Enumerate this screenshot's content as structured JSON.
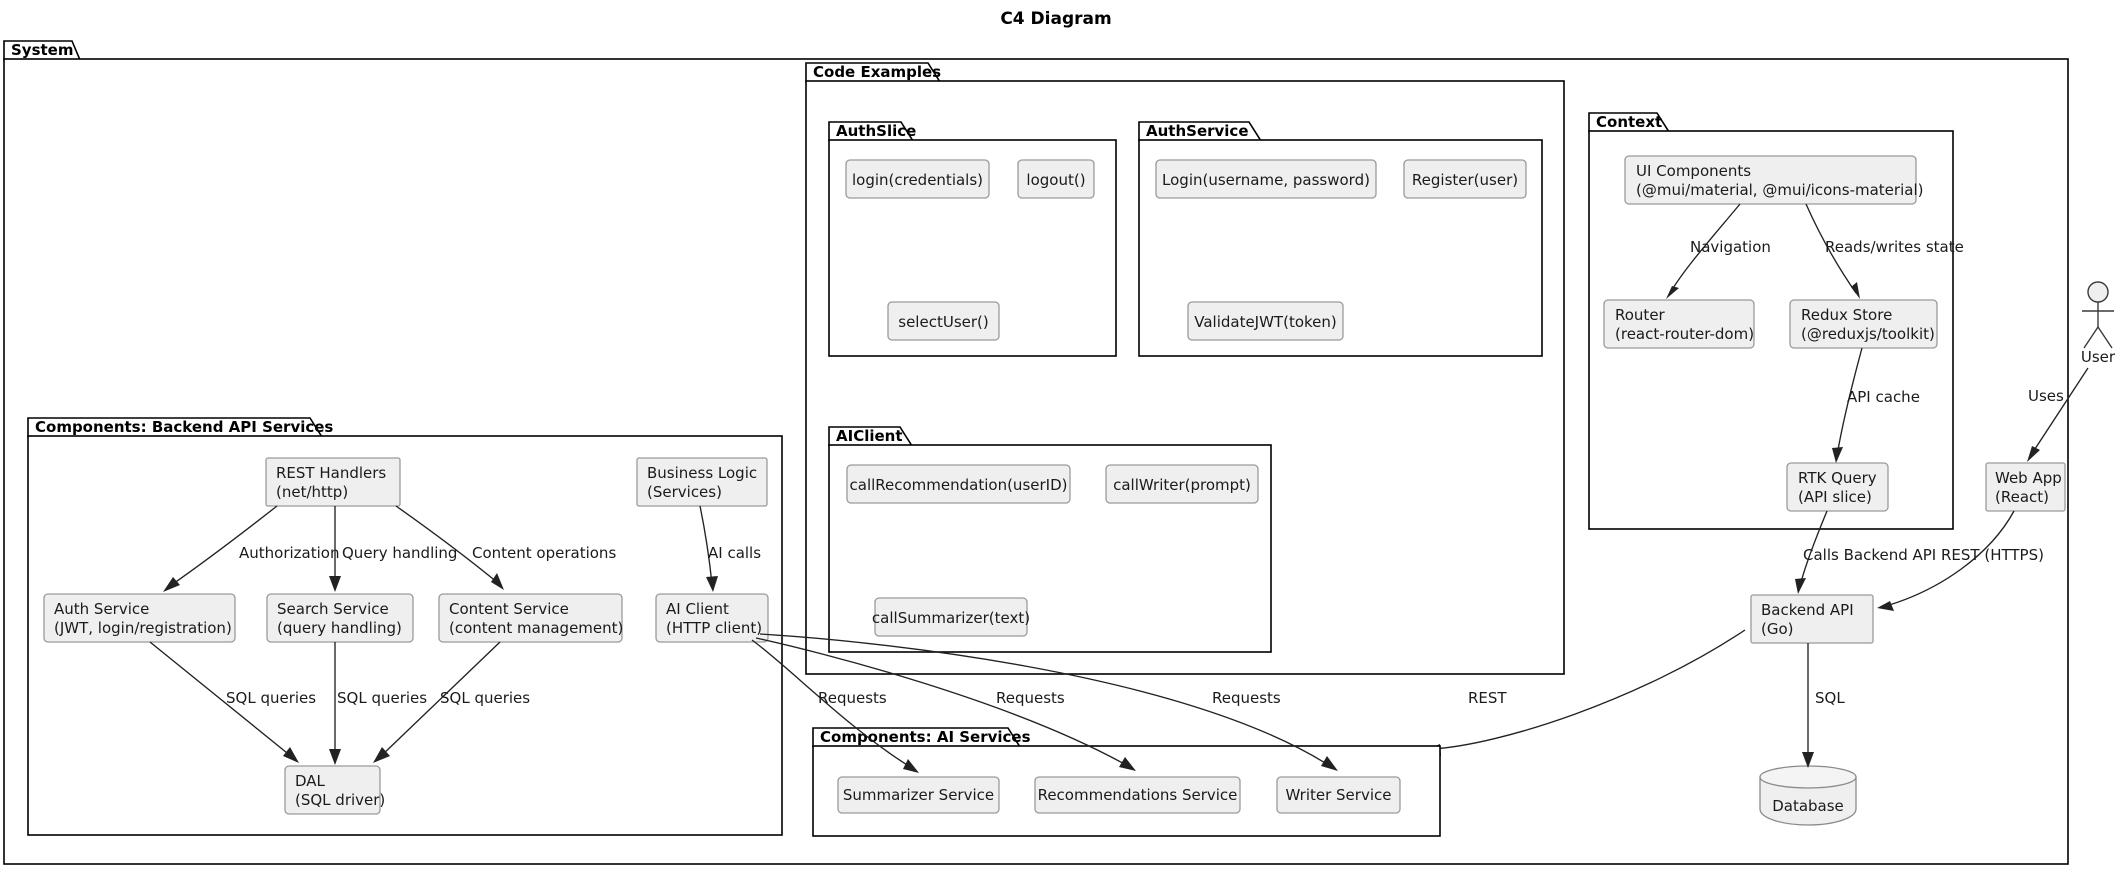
{
  "title": "C4 Diagram",
  "boundaries": {
    "system": {
      "label": "System"
    },
    "code_examples": {
      "label": "Code Examples"
    },
    "auth_slice": {
      "label": "AuthSlice"
    },
    "auth_service": {
      "label": "AuthService"
    },
    "ai_client_pkg": {
      "label": "AIClient"
    },
    "context": {
      "label": "Context"
    },
    "backend_components": {
      "label": "Components: Backend API Services"
    },
    "ai_components": {
      "label": "Components: AI Services"
    }
  },
  "nodes": {
    "login_credentials": {
      "label": "login(credentials)"
    },
    "logout": {
      "label": "logout()"
    },
    "select_user": {
      "label": "selectUser()"
    },
    "login_username_password": {
      "label": "Login(username, password)"
    },
    "register_user": {
      "label": "Register(user)"
    },
    "validate_jwt": {
      "label": "ValidateJWT(token)"
    },
    "call_recommendation": {
      "label": "callRecommendation(userID)"
    },
    "call_writer": {
      "label": "callWriter(prompt)"
    },
    "call_summarizer": {
      "label": "callSummarizer(text)"
    },
    "ui_components": {
      "line1": "UI Components",
      "line2": "(@mui/material, @mui/icons-material)"
    },
    "router": {
      "line1": "Router",
      "line2": "(react-router-dom)"
    },
    "redux_store": {
      "line1": "Redux Store",
      "line2": "(@reduxjs/toolkit)"
    },
    "rtk_query": {
      "line1": "RTK Query",
      "line2": "(API slice)"
    },
    "web_app": {
      "line1": "Web App",
      "line2": "(React)"
    },
    "backend_api": {
      "line1": "Backend API",
      "line2": "(Go)"
    },
    "database": {
      "label": "Database"
    },
    "user_actor": {
      "label": "User"
    },
    "rest_handlers": {
      "line1": "REST Handlers",
      "line2": "(net/http)"
    },
    "business_logic": {
      "line1": "Business Logic",
      "line2": "(Services)"
    },
    "auth_service_node": {
      "line1": "Auth Service",
      "line2": "(JWT, login/registration)"
    },
    "search_service": {
      "line1": "Search Service",
      "line2": "(query handling)"
    },
    "content_service": {
      "line1": "Content Service",
      "line2": "(content management)"
    },
    "ai_client": {
      "line1": "AI Client",
      "line2": "(HTTP client)"
    },
    "dal": {
      "line1": "DAL",
      "line2": "(SQL driver)"
    },
    "summarizer_service": {
      "label": "Summarizer Service"
    },
    "recommendations_service": {
      "label": "Recommendations Service"
    },
    "writer_service": {
      "label": "Writer Service"
    }
  },
  "edge_labels": {
    "navigation": "Navigation",
    "reads_writes_state": "Reads/writes state",
    "api_cache": "API cache",
    "calls_backend_api": "Calls Backend API",
    "rest_https": "REST (HTTPS)",
    "uses": "Uses",
    "sql": "SQL",
    "rest": "REST",
    "authorization": "Authorization",
    "query_handling": "Query handling",
    "content_operations": "Content operations",
    "ai_calls": "AI calls",
    "sql_queries_1": "SQL queries",
    "sql_queries_2": "SQL queries",
    "sql_queries_3": "SQL queries",
    "requests_1": "Requests",
    "requests_2": "Requests",
    "requests_3": "Requests"
  },
  "colors": {
    "node_fill": "#EFEFEF",
    "node_stroke": "#9A9A9A",
    "frame_stroke": "#000000",
    "edge_stroke": "#222222",
    "background": "#FFFFFF"
  }
}
